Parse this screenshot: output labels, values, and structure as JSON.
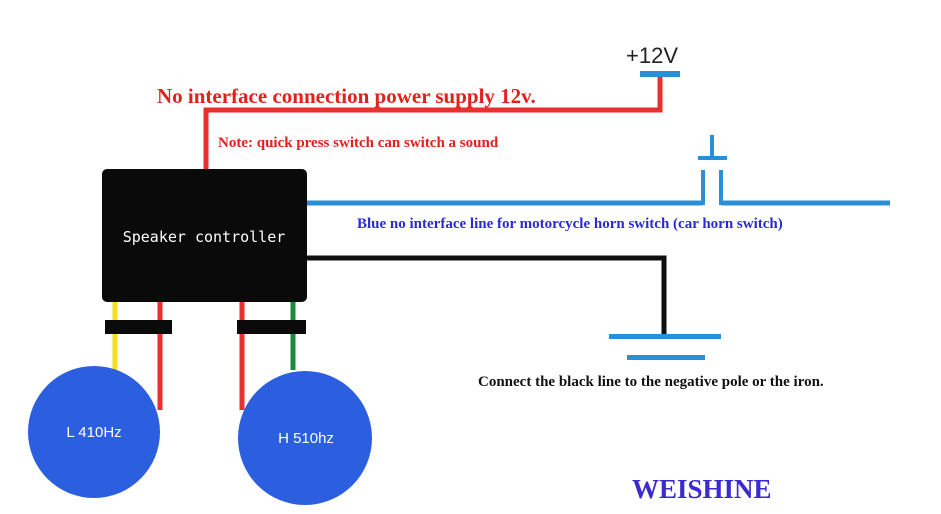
{
  "labels": {
    "plus12v": "+12V",
    "power_note": "No interface connection power supply 12v.",
    "switch_note": "Note: quick press switch can switch a sound",
    "controller": "Speaker controller",
    "blue_line": "Blue no interface line for motorcycle horn switch (car horn switch)",
    "black_line": "Connect the black line to the negative pole or the iron.",
    "speaker_low": "L 410Hz",
    "speaker_high": "H 510hz",
    "brand": "WEISHINE"
  },
  "colors": {
    "red_wire": "#e8312f",
    "blue_wire": "#2a8fd6",
    "black_wire": "#111111",
    "yellow_wire": "#f2e11c",
    "green_wire": "#1e8a3c",
    "speaker_fill": "#2c5ee0",
    "controller_fill": "#0a0a0a",
    "red_text": "#e3211c",
    "blue_text": "#2b2bd4",
    "brand_text": "#3a2bd0",
    "terminal_blue": "#2a8fd6"
  }
}
